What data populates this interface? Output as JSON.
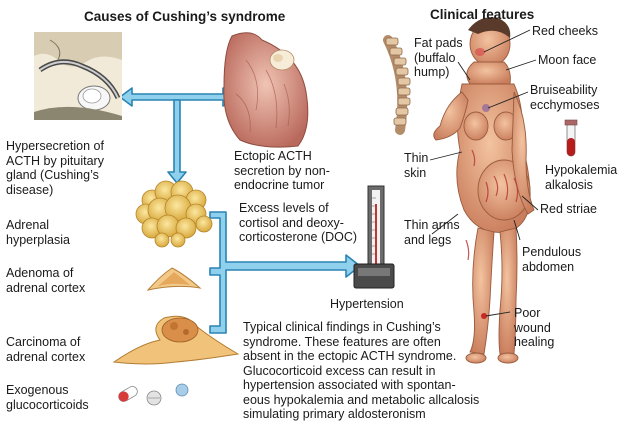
{
  "headers": {
    "left": "Causes of Cushing’s syndrome",
    "right": "Clinical features"
  },
  "causes": {
    "pituitary": [
      "Hypersecretion of",
      "ACTH by pituitary",
      "gland (Cushing’s",
      "disease)"
    ],
    "ectopic": [
      "Ectopic ACTH",
      "secretion by non-",
      "endocrine tumor"
    ],
    "hyperplasia": [
      "Adrenal",
      "hyperplasia"
    ],
    "adenoma": [
      "Adenoma of",
      "adrenal cortex"
    ],
    "carcinoma": [
      "Carcinoma of",
      "adrenal cortex"
    ],
    "exogenous": [
      "Exogenous",
      "glucocorticoids"
    ]
  },
  "excess": [
    "Excess levels of",
    "cortisol and deoxy-",
    "corticosterone (DOC)"
  ],
  "hypertension": "Hypertension",
  "findings": [
    "Typical clinical findings in Cushing’s",
    "syndrome. These features are often",
    "absent in the ectopic ACTH syndrome.",
    "Glucocorticoid excess can result in",
    "hypertension associated with spontan-",
    "eous hypokalemia and metabolic allcalosis",
    "simulating primary aldosteronism"
  ],
  "features": {
    "fat_pads": [
      "Fat pads",
      "(buffalo",
      "hump)"
    ],
    "red_cheeks": "Red cheeks",
    "moon_face": "Moon face",
    "bruise": [
      "Bruiseability",
      "ecchymoses"
    ],
    "thin_skin": [
      "Thin",
      "skin"
    ],
    "hypokalemia": [
      "Hypokalemia",
      "alkalosis"
    ],
    "red_striae": "Red striae",
    "thin_arms": [
      "Thin arms",
      "and legs"
    ],
    "pendulous": [
      "Pendulous",
      "abdomen"
    ],
    "wound": [
      "Poor",
      "wound",
      "healing"
    ]
  },
  "colors": {
    "arrow_fill": "#8fd0ec",
    "arrow_stroke": "#2a84b4",
    "adrenal": "#f2cf6a",
    "skin": "#e8a882",
    "lung": "#d9a090",
    "striae": "#b83a3a"
  }
}
